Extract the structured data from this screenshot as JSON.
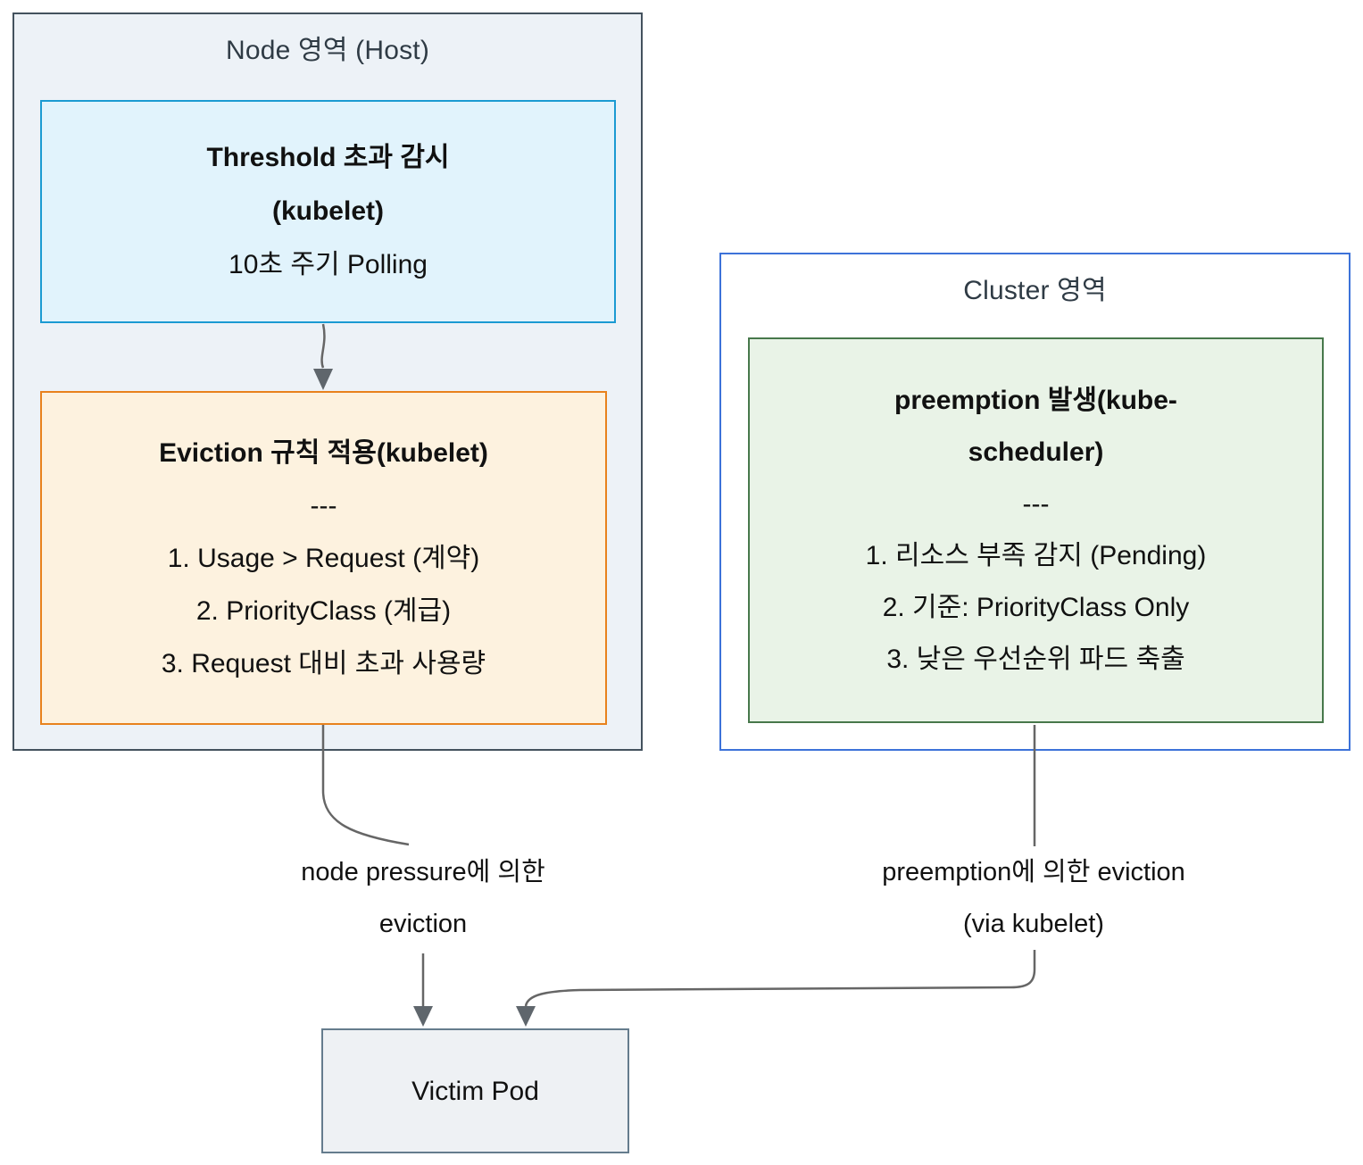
{
  "diagram": {
    "node_area": {
      "title": "Node 영역 (Host)",
      "threshold_box": {
        "line1": "Threshold 초과 감시",
        "line2": "(kubelet)",
        "line3": "10초 주기 Polling"
      },
      "eviction_box": {
        "title": "Eviction 규칙 적용(kubelet)",
        "separator": "---",
        "items": [
          "1. Usage > Request (계약)",
          "2. PriorityClass (계급)",
          "3. Request 대비 초과 사용량"
        ]
      }
    },
    "cluster_area": {
      "title": "Cluster 영역",
      "preemption_box": {
        "title_line1": "preemption 발생(kube-",
        "title_line2": "scheduler)",
        "separator": "---",
        "items": [
          "1. 리소스 부족 감지 (Pending)",
          "2. 기준: PriorityClass Only",
          "3. 낮은 우선순위 파드 축출"
        ]
      }
    },
    "victim_pod": {
      "label": "Victim Pod"
    },
    "edge_labels": {
      "node_pressure": {
        "line1": "node pressure에 의한",
        "line2": "eviction"
      },
      "preemption": {
        "line1": "preemption에 의한 eviction",
        "line2": "(via kubelet)"
      }
    }
  },
  "colors": {
    "node-area-bg": "#edf2f7",
    "node-area-border": "#44525e",
    "threshold-bg": "#e1f3fc",
    "threshold-border": "#1b9ad2",
    "eviction-bg": "#fdf2df",
    "eviction-border": "#e8821d",
    "cluster-bg": "#ffffff",
    "cluster-border": "#3d72d9",
    "preemption-bg": "#e9f3e7",
    "preemption-border": "#47784b",
    "victim-bg": "#eef1f4",
    "victim-border": "#657c8d",
    "edge": "#666666",
    "arrowhead": "#5f666c",
    "text": "#111111",
    "title-text": "#2f3b45"
  }
}
